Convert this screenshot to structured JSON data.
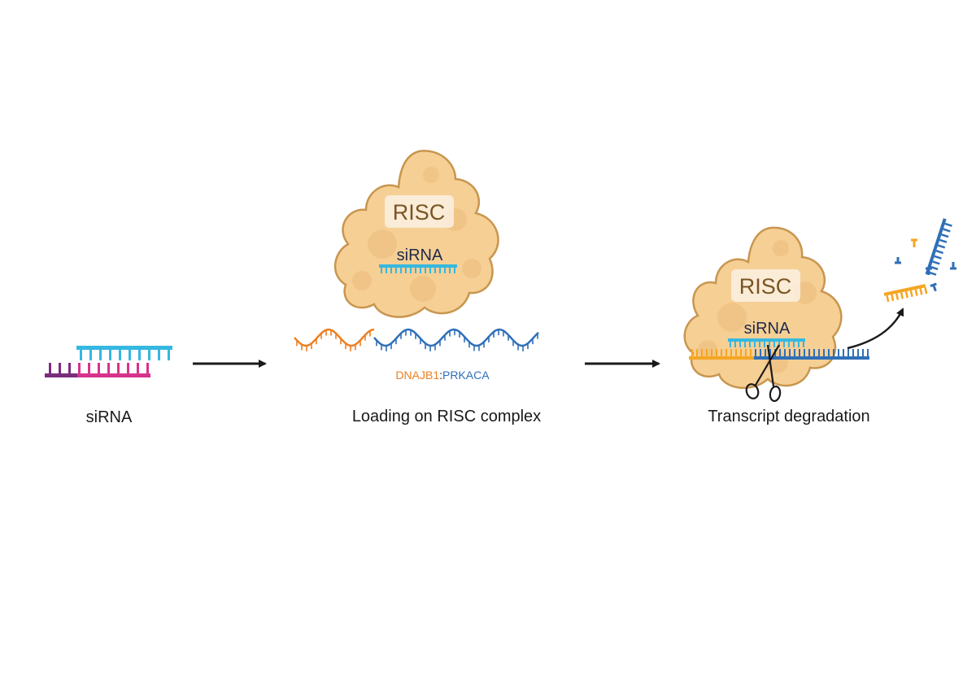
{
  "panels": {
    "sirna": {
      "caption": "siRNA"
    },
    "loading": {
      "caption": "Loading on RISC complex",
      "complex_label": "RISC",
      "inner_label": "siRNA",
      "gene_left": "DNAJB1",
      "gene_separator": ":",
      "gene_right": "PRKACA"
    },
    "degradation": {
      "caption": "Transcript degradation",
      "complex_label": "RISC",
      "inner_label": "siRNA"
    }
  },
  "colors": {
    "sirna_sense": "#35b8e0",
    "sirna_antisense": "#d6338c",
    "sirna_overhang": "#7b2d7d",
    "risc_fill": "#f6cf95",
    "risc_stroke": "#c8964f",
    "label_box": "#fbeede",
    "risc_text": "#7a5523",
    "gene_orange": "#ec7f22",
    "gene_blue": "#2f6fb8",
    "fragment_orange": "#f5a623",
    "fragment_blue": "#2f6fb8",
    "arrow": "#1a1a1a"
  },
  "icons": [
    "right-arrow-icon",
    "scissors-icon",
    "curved-arrow-icon"
  ]
}
